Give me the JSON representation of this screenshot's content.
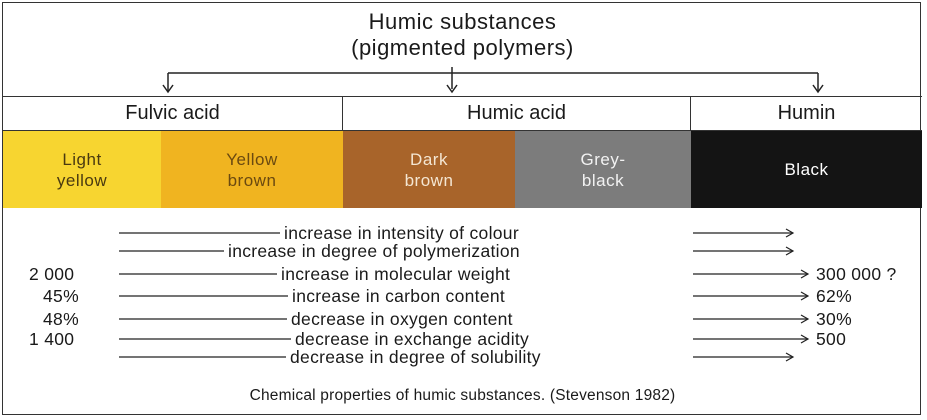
{
  "title": {
    "line1": "Humic substances",
    "line2": "(pigmented polymers)"
  },
  "categories": [
    {
      "label": "Fulvic acid"
    },
    {
      "label": "Humic acid"
    },
    {
      "label": "Humin"
    }
  ],
  "colors": [
    {
      "label": "Light\nyellow",
      "swatch": "#f7d530",
      "text_color": "#4a3a10"
    },
    {
      "label": "Yellow\nbrown",
      "swatch": "#f0b420",
      "text_color": "#6b4a10"
    },
    {
      "label": "Dark\nbrown",
      "swatch": "#a8642a",
      "text_color": "#f4e6d2"
    },
    {
      "label": "Grey-\nblack",
      "swatch": "#7c7c7c",
      "text_color": "#f2f2f2"
    },
    {
      "label": "Black",
      "swatch": "#141414",
      "text_color": "#ffffff"
    }
  ],
  "properties": [
    {
      "left": "",
      "text": "increase in intensity of colour",
      "right": ""
    },
    {
      "left": "",
      "text": "increase in degree of polymerization",
      "right": ""
    },
    {
      "left": "2 000",
      "text": "increase in molecular weight",
      "right": "300 000 ?"
    },
    {
      "left": "45%",
      "text": "increase in carbon content",
      "right": "62%"
    },
    {
      "left": "48%",
      "text": "decrease in oxygen content",
      "right": "30%"
    },
    {
      "left": "1 400",
      "text": "decrease in exchange acidity",
      "right": "500"
    },
    {
      "left": "",
      "text": "decrease in degree of solubility",
      "right": ""
    }
  ],
  "caption": "Chemical properties of humic substances. (Stevenson 1982)"
}
